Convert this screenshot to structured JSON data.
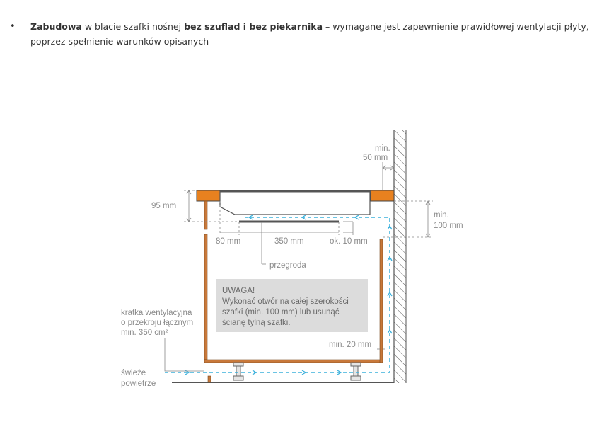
{
  "bullet": {
    "marker": "•",
    "part1_bold": "Zabudowa",
    "part2": " w blacie szafki nośnej ",
    "part3_bold": "bez szuflad i bez piekarnika",
    "part4": " – wymagane jest zapewnienie prawidłowej wentylacji płyty, poprzez spełnienie warunków opisanych"
  },
  "diagram": {
    "label_top_min": "min.",
    "label_top_50": "50 mm",
    "label_95": "95 mm",
    "label_right_min": "min.",
    "label_right_100": "100 mm",
    "label_80": "80 mm",
    "label_350": "350 mm",
    "label_ok10": "ok. 10 mm",
    "label_przegroda": "przegroda",
    "warning_title": "UWAGA!",
    "warning_line1": "Wykonać otwór na całej szerokości",
    "warning_line2": "szafki (min. 100 mm) lub usunąć",
    "warning_line3": "ścianę tylną szafki.",
    "vent_line1": "kratka wentylacyjna",
    "vent_line2": "o przekroju łącznym",
    "vent_line3": "min. 350 cm²",
    "label_min20": "min. 20 mm",
    "fresh_line1": "świeże",
    "fresh_line2": "powietrze"
  },
  "colors": {
    "countertop": "#e8811f",
    "cabinet": "#c8783a",
    "airflow": "#3ab0dc",
    "warning_bg": "#dcdcdc",
    "wall_hatch": "#555555"
  }
}
